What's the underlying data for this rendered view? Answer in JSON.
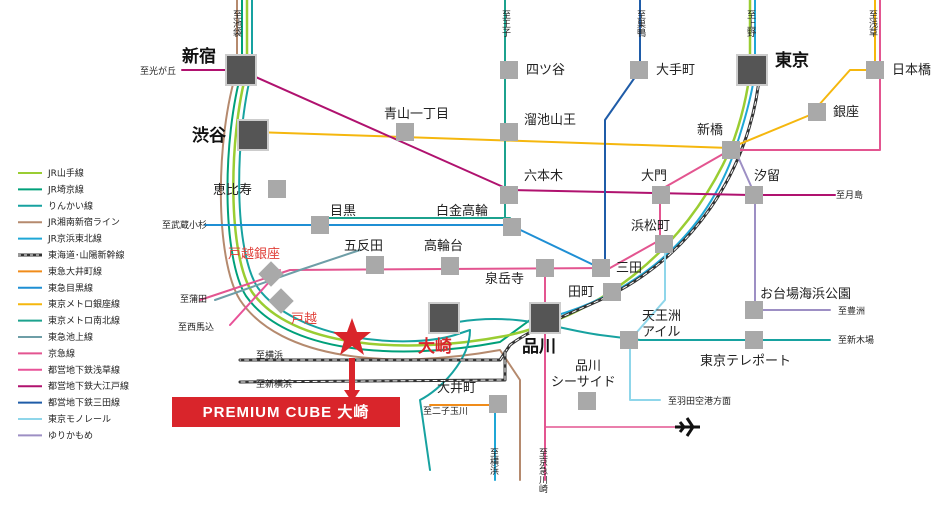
{
  "colors": {
    "yamanote": "#9acd32",
    "saikyo": "#00a07a",
    "rinkai": "#17a2a0",
    "shonan": "#b58a6e",
    "keihin_tohoku": "#1fa7d6",
    "shinkansen": "#333333",
    "tokyu_oimachi": "#f08c1a",
    "tokyu_meguro": "#1f8fd4",
    "ginza": "#f5b70e",
    "namboku": "#1ca28e",
    "ikegami": "#6e9ea7",
    "keikyu": "#e35590",
    "asakusa": "#e85298",
    "oedo": "#b0126f",
    "mita": "#1f5ca8",
    "monorail": "#8fd6ea",
    "yurikamome": "#9d8fc4",
    "banner": "#d9252b",
    "station_box": "#a9a9a9",
    "major_box": "#555555"
  },
  "legend": [
    {
      "label": "JR山手線",
      "color": "#9acd32",
      "style": "solid"
    },
    {
      "label": "JR埼京線",
      "color": "#00a07a",
      "style": "solid"
    },
    {
      "label": "りんかい線",
      "color": "#17a2a0",
      "style": "solid"
    },
    {
      "label": "JR湘南新宿ライン",
      "color": "#b58a6e",
      "style": "solid"
    },
    {
      "label": "JR京浜東北線",
      "color": "#1fa7d6",
      "style": "solid"
    },
    {
      "label": "東海道･山陽新幹線",
      "color": "#333333",
      "style": "rail"
    },
    {
      "label": "東急大井町線",
      "color": "#f08c1a",
      "style": "solid"
    },
    {
      "label": "東急目黒線",
      "color": "#1f8fd4",
      "style": "solid"
    },
    {
      "label": "東京メトロ銀座線",
      "color": "#f5b70e",
      "style": "solid"
    },
    {
      "label": "東京メトロ南北線",
      "color": "#1ca28e",
      "style": "solid"
    },
    {
      "label": "東急池上線",
      "color": "#6e9ea7",
      "style": "solid"
    },
    {
      "label": "京急線",
      "color": "#e35590",
      "style": "solid"
    },
    {
      "label": "都営地下鉄浅草線",
      "color": "#e85298",
      "style": "solid"
    },
    {
      "label": "都営地下鉄大江戸線",
      "color": "#b0126f",
      "style": "solid"
    },
    {
      "label": "都営地下鉄三田線",
      "color": "#1f5ca8",
      "style": "solid"
    },
    {
      "label": "東京モノレール",
      "color": "#8fd6ea",
      "style": "solid"
    },
    {
      "label": "ゆりかもめ",
      "color": "#9d8fc4",
      "style": "solid"
    }
  ],
  "stations": {
    "shinjuku": "新宿",
    "shibuya": "渋谷",
    "osaki": "大崎",
    "shinagawa": "品川",
    "tokyo": "東京",
    "ebisu": "恵比寿",
    "meguro": "目黒",
    "gotanda": "五反田",
    "togoshi_ginza": "戸越銀座",
    "togoshi": "戸越",
    "aoyama": "青山一丁目",
    "yotsuya": "四ツ谷",
    "tameike": "溜池山王",
    "otemachi": "大手町",
    "nihonbashi": "日本橋",
    "ginza": "銀座",
    "shimbashi": "新橋",
    "roppongi": "六本木",
    "daimon": "大門",
    "shiodome": "汐留",
    "shirokane": "白金高輪",
    "takanawadai": "高輪台",
    "hamamatsucho": "浜松町",
    "sengakuji": "泉岳寺",
    "mita": "三田",
    "tamachi": "田町",
    "odaiba": "お台場海浜公園",
    "tennozu_1": "天王洲",
    "tennozu_2": "アイル",
    "telecom": "東京テレポート",
    "seaside_1": "品川",
    "seaside_2": "シーサイド",
    "oimachi": "大井町"
  },
  "directions": {
    "ikebukuro": "至池袋",
    "oji": "至王子",
    "sugamo": "至巣鴨",
    "ueno": "至上野",
    "asakusa": "至浅草",
    "hikarigaoka": "至光が丘",
    "tsukishima": "至月島",
    "musashikosugi": "至武蔵小杉",
    "kamata": "至蒲田",
    "nishimagome": "至西馬込",
    "yokohama": "至横浜",
    "shinyokohama": "至新横浜",
    "toyosu": "至豊洲",
    "shinkiba": "至新木場",
    "haneda": "至羽田空港方面",
    "futakotamagawa": "至二子玉川",
    "yokohama_v": "至横浜",
    "keikyu_kawasaki": "至京急川崎"
  },
  "banner": {
    "label": "PREMIUM CUBE 大崎"
  }
}
